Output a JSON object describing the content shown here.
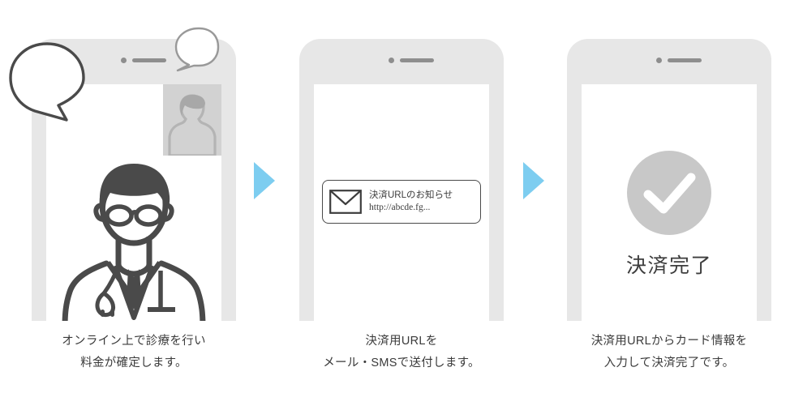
{
  "colors": {
    "background": "#ffffff",
    "phone_body": "#e7e7e7",
    "phone_screen": "#ffffff",
    "arrow_blue": "#7dcdf0",
    "text_dark": "#3a3a3a",
    "outline_dark": "#4a4a4a",
    "check_circle_gray": "#c8c8c8",
    "check_mark_white": "#ffffff",
    "thumb_bg": "#d2d2d2",
    "thumb_figure": "#b4b4b4",
    "speaker_gray": "#8e8e8e",
    "doctor_dark": "#4a4a4a"
  },
  "steps": [
    {
      "id": "step-1",
      "icon_names": [
        "speech-bubble-large-icon",
        "speech-bubble-small-icon",
        "doctor-avatar-icon",
        "patient-thumbnail-icon"
      ],
      "caption_line_1": "オンライン上で診療を行い",
      "caption_line_2": "料金が確定します。"
    },
    {
      "id": "step-2",
      "notification": {
        "icon_name": "envelope-icon",
        "title": "決済URLのお知らせ",
        "url": "http://abcde.fg..."
      },
      "caption_line_1": "決済用URLを",
      "caption_line_2": "メール・SMSで送付します。"
    },
    {
      "id": "step-3",
      "success": {
        "icon_name": "check-circle-icon",
        "label": "決済完了"
      },
      "caption_line_1": "決済用URLからカード情報を",
      "caption_line_2": "入力して決済完了です。"
    }
  ],
  "arrows": [
    {
      "name": "flow-arrow-1",
      "direction": "right"
    },
    {
      "name": "flow-arrow-2",
      "direction": "right"
    }
  ]
}
